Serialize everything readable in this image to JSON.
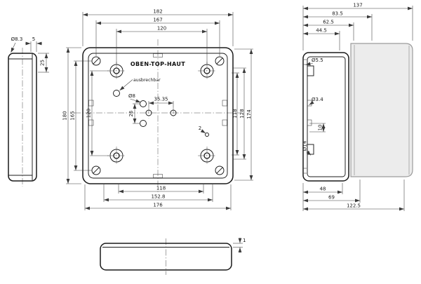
{
  "meta": {
    "background_color": "#ffffff",
    "object_line_color": "#1a1a1a",
    "dimension_line_color": "#3a3a3a",
    "cover_line_color": "#9b9b9b",
    "cover_fill_color": "#ececec"
  },
  "front_view": {
    "title": "OBEN-TOP-HAUT",
    "note": "ausbrechbar",
    "dims_top": [
      "182",
      "167",
      "120"
    ],
    "dims_left": [
      "180",
      "165",
      "120"
    ],
    "dims_right": [
      "174",
      "128",
      "118"
    ],
    "dims_bottom": [
      "176",
      "152.8",
      "118"
    ],
    "dims_inner": {
      "knockout_dia": "Ø8",
      "knockout_pitch": "26",
      "center_pitch": "35.35",
      "small_hole": "2"
    }
  },
  "left_view": {
    "dims": {
      "hole_dia": "Ø8.3",
      "lip_width": "5",
      "flange_height": "25"
    }
  },
  "side_view": {
    "dims_top": [
      "137",
      "83.5",
      "62.5",
      "44.5"
    ],
    "dims_bottom": [
      "122.5",
      "69",
      "48"
    ],
    "labels": {
      "dia_a": "Ø5.5",
      "dia_b": "Ø3.4",
      "depth": "10",
      "dia_c": "Ø14"
    }
  },
  "bottom_view": {
    "dims": {
      "lip_thickness": "1"
    }
  }
}
